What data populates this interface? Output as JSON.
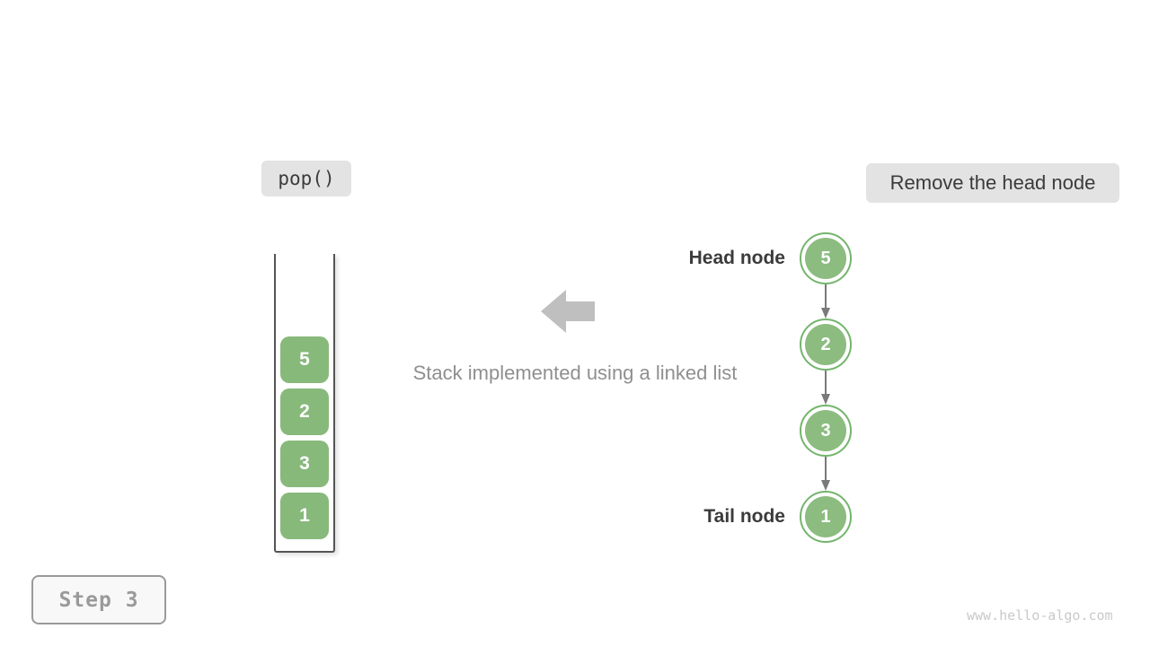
{
  "labels": {
    "operation": "pop()",
    "action": "Remove the head node",
    "caption": "Stack implemented using a linked list",
    "head_node": "Head node",
    "tail_node": "Tail node",
    "step": "Step 3",
    "watermark": "www.hello-algo.com"
  },
  "stack": {
    "items": [
      "5",
      "2",
      "3",
      "1"
    ]
  },
  "linked_list": {
    "nodes": [
      "5",
      "2",
      "3",
      "1"
    ]
  },
  "colors": {
    "node_green": "#87b97b",
    "circle_fill": "#8cbc80",
    "circle_ring": "#74b56c",
    "label_bg": "#e3e3e3",
    "dark_text": "#3b3b3b",
    "gray_text": "#8f8f8f",
    "muted_gray": "#9a9a9a",
    "arrow_gray": "#bfbfbf",
    "connector_gray": "#7a7a7a",
    "watermark_gray": "#c9c9c9",
    "container_border": "#545454"
  }
}
